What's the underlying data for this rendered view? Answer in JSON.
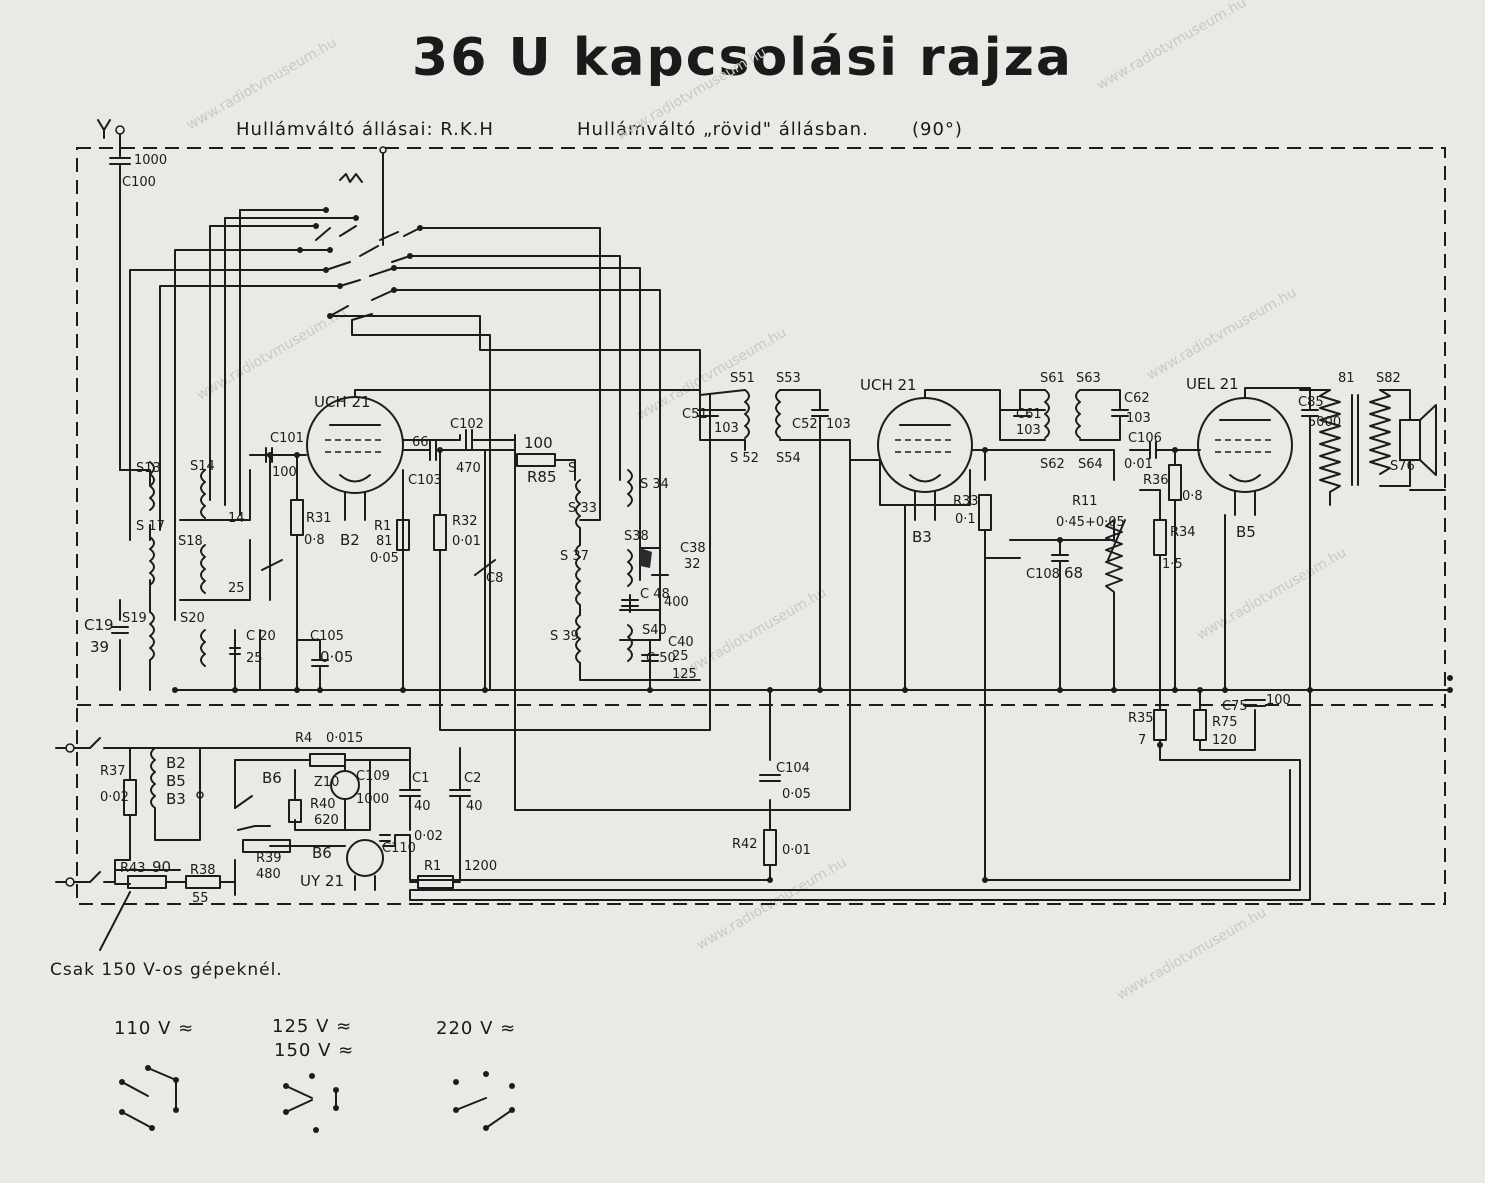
{
  "title": "36 U kapcsolási rajza",
  "header": {
    "positions": "Hullámváltó állásai: R.K.H",
    "current": "Hullámváltó „rövid\" állásban.",
    "angle": "(90°)"
  },
  "footnote": "Csak 150 V-os gépeknél.",
  "voltages": {
    "v110": "110 V ≈",
    "v125": "125 V ≈",
    "v150": "150 V ≈",
    "v220": "220 V ≈"
  },
  "tubes": {
    "t1": "UCH 21",
    "t2": "UCH 21",
    "t3": "UEL 21",
    "t4": "UY 21",
    "t5": "Z10"
  },
  "components": {
    "c100": "1000",
    "c100n": "C100",
    "c101": "C101",
    "c101v": "100",
    "c102": "C102",
    "c102v": "470",
    "c103": "C103",
    "c103v": "66",
    "r85": "R85",
    "r85v": "100",
    "r31": "R31",
    "r31v": "0·8",
    "r1": "R1",
    "r1v": "81",
    "r1b": "0·05",
    "r32": "R32",
    "r32v": "0·01",
    "c8": "C8",
    "b2": "B2",
    "b3": "B3",
    "b5": "B5",
    "b6": "B6",
    "s13": "S13",
    "s14": "S14",
    "s14b": "14",
    "s17": "S 17",
    "s18": "S18",
    "s18b": "25",
    "s19": "S19",
    "s20": "S20",
    "c19": "C19",
    "c19v": "39",
    "c20": "C 20",
    "c20v": "25",
    "c105": "C105",
    "c105v": "0·05",
    "s33": "S 33",
    "s34": "S 34",
    "s37": "S 37",
    "s39": "S 39",
    "s38": "S38",
    "c38": "C38",
    "c38v": "32",
    "c48": "C 48",
    "c48v": "400",
    "s40": "S40",
    "c40": "C40",
    "c40v": "25",
    "c50": "C 50",
    "c50v": "125",
    "s51": "S51",
    "s52": "S 52",
    "s53": "S53",
    "s54": "S54",
    "c51": "C51",
    "c51v": "103",
    "c52": "C52",
    "c52v": "103",
    "s61": "S61",
    "s62": "S62",
    "s63": "S63",
    "s64": "S64",
    "c61": "C61",
    "c61v": "103",
    "c62": "C62",
    "c62v": "103",
    "c106": "C106",
    "c106v": "0·01",
    "r33": "R33",
    "r33v": "0·1",
    "r11": "R11",
    "r11v": "0·45+0·05",
    "r36": "R36",
    "r36v": "0·8",
    "r34": "R34",
    "r34v": "1·5",
    "c108": "C108",
    "c108v": "68",
    "c85": "C85",
    "c85v": "5000",
    "s81": "81",
    "s82": "S82",
    "s76": "S76",
    "r35": "R35",
    "r35v": "7",
    "r75": "R75",
    "r75v": "120",
    "c75": "C75",
    "c75v": "100",
    "r37": "R37",
    "r37v": "0·02",
    "r4": "R4",
    "r4v": "0·015",
    "r40": "R40",
    "r40v": "620",
    "c109": "C109",
    "c109v": "1000",
    "c1": "C1",
    "c1v": "40",
    "c2": "C2",
    "c2v": "40",
    "c1b": "0·02",
    "r39": "R39",
    "r39v": "480",
    "c110": "C110",
    "rr1": "R1",
    "rr1v": "1200",
    "r43": "R43",
    "r43v": "90",
    "r38": "R38",
    "r38v": "55",
    "b235": "B2",
    "b35": "B5",
    "b33": "B3",
    "c104": "C104",
    "c104v": "0·05",
    "r42": "R42",
    "r42v": "0·01"
  }
}
